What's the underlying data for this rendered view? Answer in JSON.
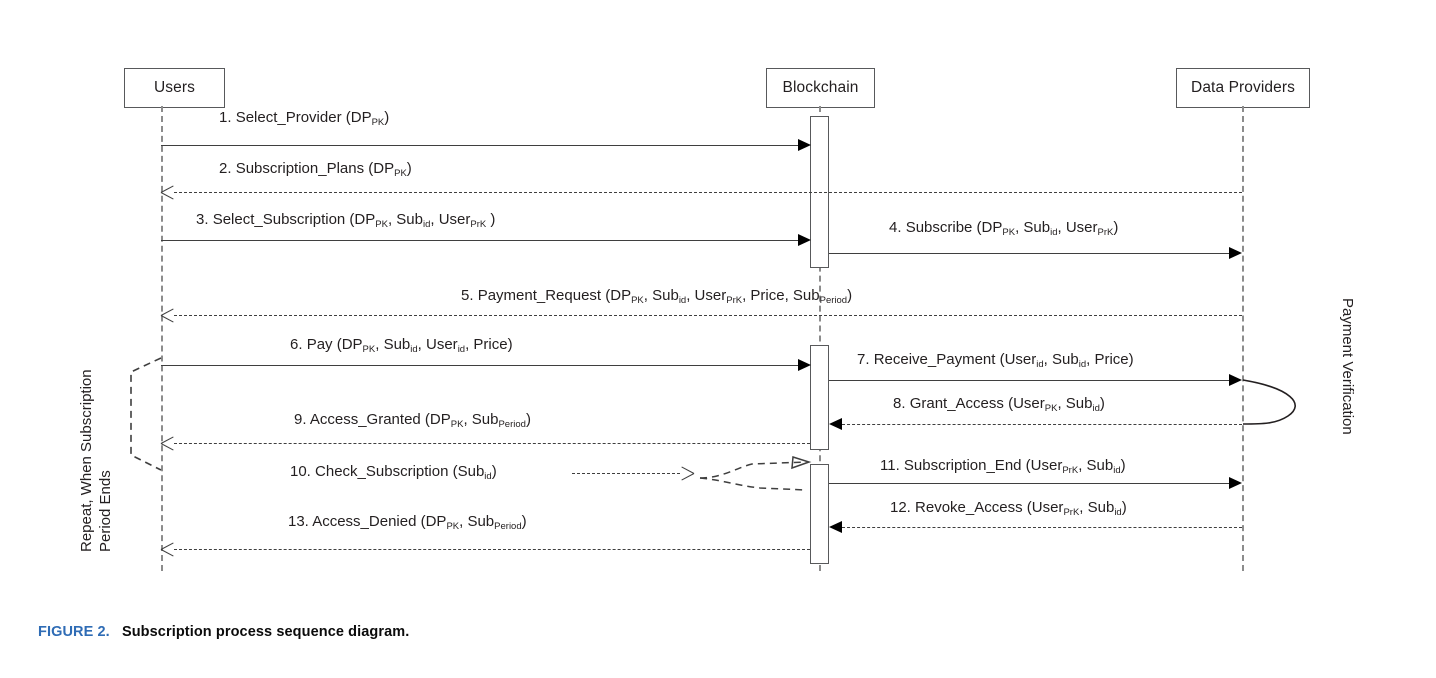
{
  "figure": {
    "number": "FIGURE 2.",
    "caption": "Subscription process sequence diagram."
  },
  "lifelines": [
    {
      "name": "users",
      "label": "Users"
    },
    {
      "name": "blockchain",
      "label": "Blockchain"
    },
    {
      "name": "data-providers",
      "label": "Data Providers"
    }
  ],
  "annotations": {
    "left_note": "Repeat, When Subscription",
    "left_note_line2": "Period Ends",
    "right_note": "Payment Verification"
  },
  "messages": [
    {
      "num": "1.",
      "name": "Select_Provider",
      "args_pre": " (DP",
      "sub1": "PK",
      "args_post": ")",
      "from": "users",
      "to": "blockchain",
      "style": "solid"
    },
    {
      "num": "2.",
      "name": "Subscription_Plans",
      "args_pre": " (DP",
      "sub1": "PK",
      "args_post": ")",
      "from": "blockchain",
      "to": "users",
      "style": "dashed"
    },
    {
      "num": "3.",
      "name": "Select_Subscription",
      "args_pre": " (DP",
      "sub1": "PK",
      "args_mid": ", Sub",
      "sub2": "id",
      "args_mid2": ", User",
      "sub3": "PrK",
      "args_post": " )",
      "from": "users",
      "to": "blockchain",
      "style": "solid"
    },
    {
      "num": "4.",
      "name": "Subscribe",
      "args_pre": " (DP",
      "sub1": "PK",
      "args_mid": ", Sub",
      "sub2": "id",
      "args_mid2": ", User",
      "sub3": "PrK",
      "args_post": ")",
      "from": "blockchain",
      "to": "data-providers",
      "style": "solid"
    },
    {
      "num": "5.",
      "name": "Payment_Request",
      "args_pre": " (DP",
      "sub1": "PK",
      "args_mid": ", Sub",
      "sub2": "id",
      "args_mid2": ", User",
      "sub3": "PrK",
      "args_mid3": ", Price, Sub",
      "sub4": "Period",
      "args_post": ")",
      "from": "data-providers",
      "to": "users",
      "style": "dashed"
    },
    {
      "num": "6.",
      "name": "Pay",
      "args_pre": " (DP",
      "sub1": "PK",
      "args_mid": ", Sub",
      "sub2": "id",
      "args_mid2": ", User",
      "sub3": "id",
      "args_mid3": ", Price",
      "args_post": ")",
      "from": "users",
      "to": "blockchain",
      "style": "solid"
    },
    {
      "num": "7.",
      "name": "Receive_Payment",
      "args_pre": " (User",
      "sub1": "id",
      "args_mid": ", Sub",
      "sub2": "id",
      "args_mid2": ", Price",
      "args_post": ")",
      "from": "blockchain",
      "to": "data-providers",
      "style": "solid"
    },
    {
      "num": "8.",
      "name": "Grant_Access",
      "args_pre": " (User",
      "sub1": "PK",
      "args_mid": ", Sub",
      "sub2": "id",
      "args_post": ")",
      "from": "data-providers",
      "to": "blockchain",
      "style": "dashed"
    },
    {
      "num": "9.",
      "name": "Access_Granted",
      "args_pre": " (DP",
      "sub1": "PK",
      "args_mid": ", Sub",
      "sub2": "Period",
      "args_post": ")",
      "from": "blockchain",
      "to": "users",
      "style": "dashed"
    },
    {
      "num": "10.",
      "name": "Check_Subscription",
      "args_pre": " (Sub",
      "sub1": "id",
      "args_post": ")",
      "from": "users",
      "to": "blockchain",
      "style": "dashed"
    },
    {
      "num": "11.",
      "name": "Subscription_End",
      "args_pre": " (User",
      "sub1": "PrK",
      "args_mid": ", Sub",
      "sub2": "id",
      "args_post": ")",
      "from": "blockchain",
      "to": "data-providers",
      "style": "solid"
    },
    {
      "num": "12.",
      "name": "Revoke_Access",
      "args_pre": " (User",
      "sub1": "PrK",
      "args_mid": ", Sub",
      "sub2": "id",
      "args_post": ")",
      "from": "data-providers",
      "to": "blockchain",
      "style": "dashed"
    },
    {
      "num": "13.",
      "name": "Access_Denied",
      "args_pre": " (DP",
      "sub1": "PK",
      "args_mid": ", Sub",
      "sub2": "Period",
      "args_post": ")",
      "from": "blockchain",
      "to": "users",
      "style": "dashed"
    }
  ],
  "colors": {
    "figure_number": "#2f6cb5",
    "line": "#3f3f3f",
    "lifeline": "#8c8c8c",
    "box_border": "#58595b",
    "text": "#231f20"
  }
}
